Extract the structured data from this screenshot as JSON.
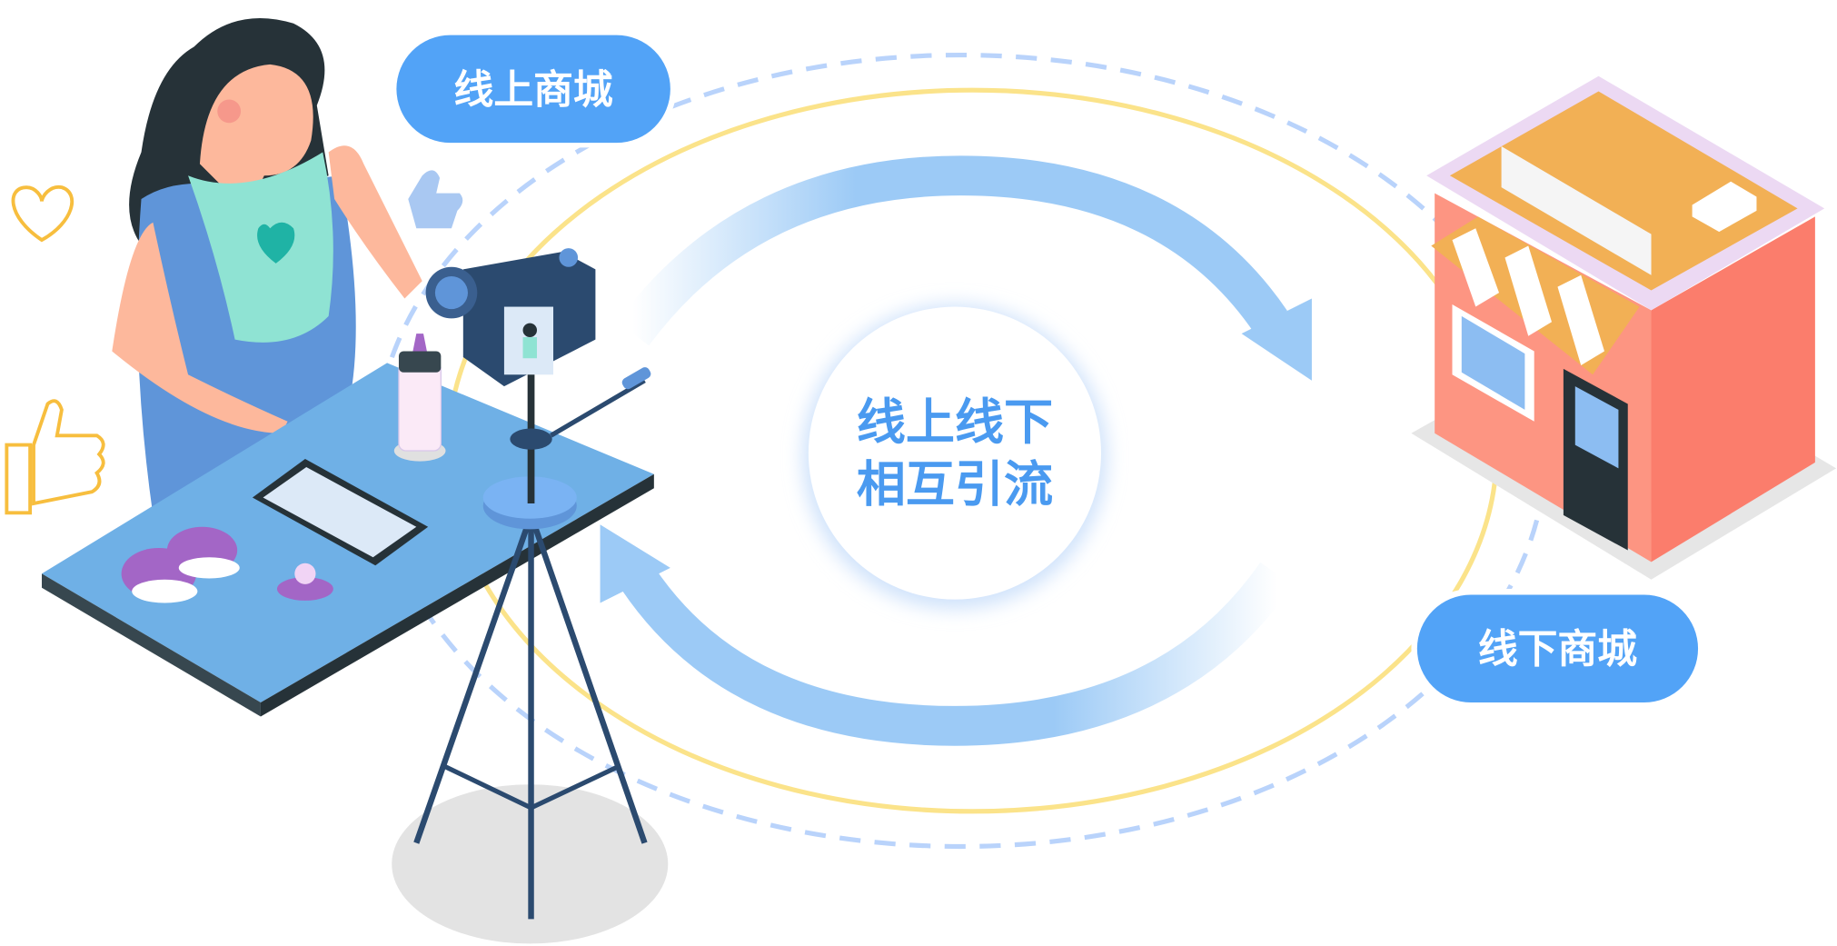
{
  "labels": {
    "online_mall": "线上商城",
    "offline_mall": "线下商城",
    "center_line1": "线上线下",
    "center_line2": "相互引流"
  },
  "colors": {
    "pill_blue": "#52a3f7",
    "arrow_blue": "#9ccaf6",
    "dashed_ring": "#b9d3fb",
    "yellow_ring": "#fbe38a",
    "text_blue": "#4a9af0",
    "store_red": "#fb7d6c",
    "roof_orange": "#f2b055",
    "table_blue": "#6fb0e6"
  }
}
